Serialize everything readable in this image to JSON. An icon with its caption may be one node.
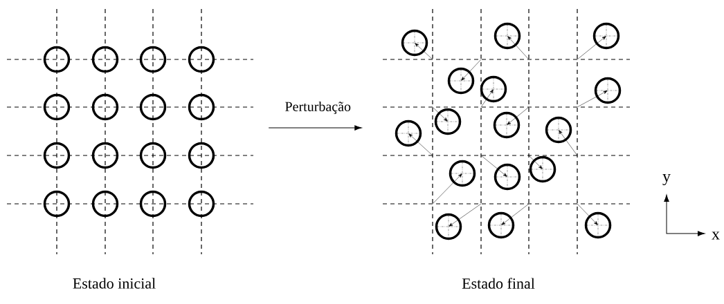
{
  "diagram": {
    "nodes": [
      {
        "text": [],
        "shape": "grid",
        "beside": [
          "Estado inicial"
        ]
      },
      {
        "text": [],
        "shape": "grid",
        "beside": [
          "Estado final"
        ]
      }
    ],
    "edges": [
      {
        "from": 0,
        "to": 1,
        "arrow": "to",
        "label": "Perturbação"
      }
    ],
    "labels": [
      "y",
      "x"
    ]
  }
}
